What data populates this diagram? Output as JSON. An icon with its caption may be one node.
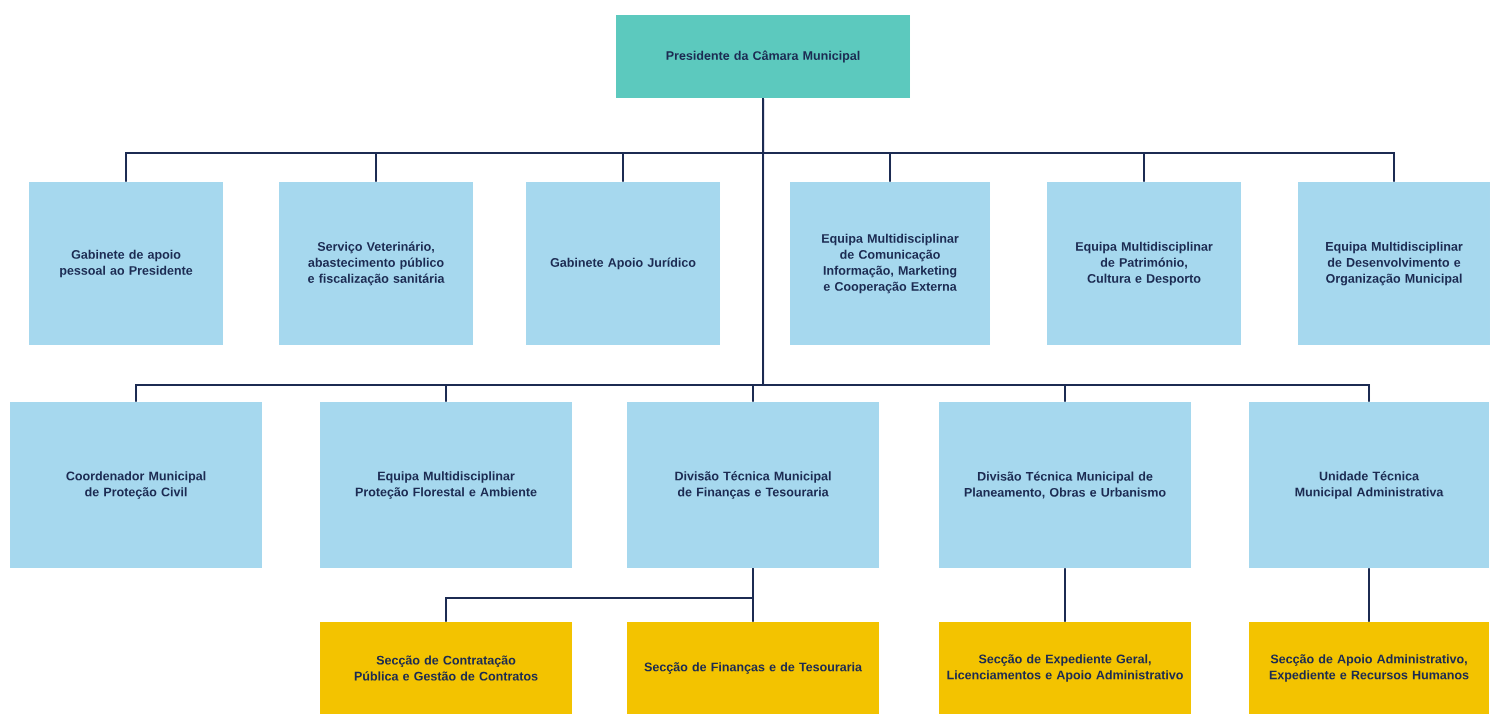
{
  "diagram": {
    "nodes": [
      {
        "text": [
          "Presidente da Câmara Municipal"
        ]
      },
      {
        "text": [
          "Gabinete de apoio pessoal ao Presidente"
        ]
      },
      {
        "text": [
          "Serviço Veterinário, abastecimento público e fiscalização sanitária"
        ]
      },
      {
        "text": [
          "Gabinete Apoio Jurídico"
        ]
      },
      {
        "text": [
          "Equipa Multidisciplinar de Comunicação Informação, Marketing e Cooperação Externa"
        ]
      },
      {
        "text": [
          "Equipa Multidisciplinar de Património, Cultura e Desporto"
        ]
      },
      {
        "text": [
          "Equipa Multidisciplinar de Desenvolvimento e Organização Municipal"
        ]
      },
      {
        "text": [
          "Coordenador Municipal de Proteção Civil"
        ]
      },
      {
        "text": [
          "Equipa Multidisciplinar Proteção Florestal e Ambiente"
        ]
      },
      {
        "text": [
          "Divisão Técnica Municipal de Finanças e Tesouraria"
        ]
      },
      {
        "text": [
          "Divisão Técnica Municipal de Planeamento, Obras e Urbanismo"
        ]
      },
      {
        "text": [
          "Unidade Técnica Municipal Administrativa"
        ]
      },
      {
        "text": [
          "Secção de Contratação Pública e Gestão de Contratos"
        ]
      },
      {
        "text": [
          "Secção de Finanças e de Tesouraria"
        ]
      },
      {
        "text": [
          "Secção de Expediente Geral, Licenciamentos e Apoio Administrativo"
        ]
      },
      {
        "text": [
          "Secção de Apoio Administrativo, Expediente e Recursos Humanos"
        ]
      }
    ],
    "edges": [
      {
        "from": 0,
        "to": 1,
        "arrow": "none"
      },
      {
        "from": 0,
        "to": 2,
        "arrow": "none"
      },
      {
        "from": 0,
        "to": 3,
        "arrow": "none"
      },
      {
        "from": 0,
        "to": 4,
        "arrow": "none"
      },
      {
        "from": 0,
        "to": 5,
        "arrow": "none"
      },
      {
        "from": 0,
        "to": 6,
        "arrow": "none"
      },
      {
        "from": 0,
        "to": 7,
        "arrow": "none"
      },
      {
        "from": 0,
        "to": 8,
        "arrow": "none"
      },
      {
        "from": 0,
        "to": 9,
        "arrow": "none"
      },
      {
        "from": 0,
        "to": 10,
        "arrow": "none"
      },
      {
        "from": 0,
        "to": 11,
        "arrow": "none"
      },
      {
        "from": 9,
        "to": 12,
        "arrow": "none"
      },
      {
        "from": 9,
        "to": 13,
        "arrow": "none"
      },
      {
        "from": 10,
        "to": 14,
        "arrow": "none"
      },
      {
        "from": 11,
        "to": 15,
        "arrow": "none"
      }
    ]
  }
}
